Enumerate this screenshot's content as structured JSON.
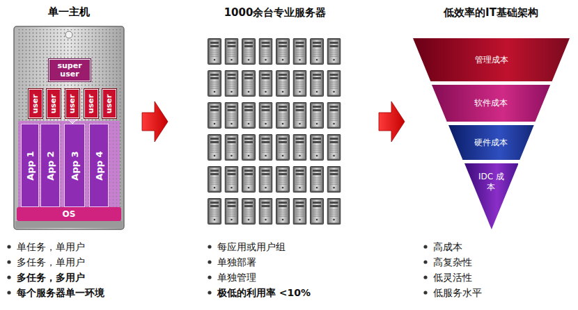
{
  "diagram": {
    "nodes": [
      {
        "text": [
          "单一主机"
        ]
      },
      {
        "text": [
          "super user"
        ],
        "in": 0
      },
      {
        "text": [
          "user"
        ],
        "in": 0
      },
      {
        "text": [
          "user"
        ],
        "in": 0
      },
      {
        "text": [
          "user"
        ],
        "in": 0
      },
      {
        "text": [
          "user"
        ],
        "in": 0
      },
      {
        "text": [
          "user"
        ],
        "in": 0
      },
      {
        "text": [
          "App 1"
        ],
        "in": 0
      },
      {
        "text": [
          "App 2"
        ],
        "in": 0
      },
      {
        "text": [
          "App 3"
        ],
        "in": 0
      },
      {
        "text": [
          "App 4"
        ],
        "in": 0
      },
      {
        "text": [
          "OS"
        ],
        "in": 0
      },
      {
        "text": [
          "管理成本"
        ]
      },
      {
        "text": [
          "软件成本"
        ]
      },
      {
        "text": [
          "硬件成本"
        ]
      },
      {
        "text": [
          "IDC 成本"
        ]
      }
    ],
    "labels": [
      "1000余台专业服务器",
      "低效率的IT基础架构",
      "单任务，单用户",
      "多任务，单用户",
      "多任务，多用户",
      "每个服务器单一环境",
      "每应用或用户组",
      "单独部署",
      "单独管理",
      "极低的利用率 <10%",
      "高成本",
      "高复杂性",
      "低灵活性",
      "低服务水平"
    ]
  }
}
